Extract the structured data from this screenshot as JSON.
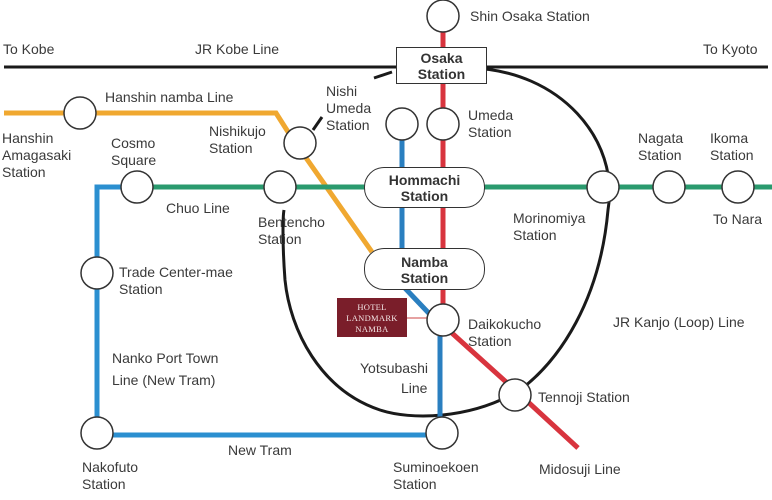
{
  "colors": {
    "jr": "#1a1a1a",
    "hanshin": "#f0a830",
    "chuo": "#2a9a6e",
    "newtram": "#2b8fd0",
    "yotsubashi": "#2a7fc0",
    "midosuji": "#d8343e",
    "hotel": "#7a1e2a"
  },
  "lines": {
    "jr_kobe": "JR Kobe Line",
    "to_kobe": "To Kobe",
    "to_kyoto": "To Kyoto",
    "hanshin_namba": "Hanshin namba Line",
    "chuo": "Chuo Line",
    "to_nara": "To Nara",
    "nanko_1": "Nanko Port Town",
    "nanko_2": "Line (New Tram)",
    "new_tram": "New Tram",
    "yotsubashi_1": "Yotsubashi",
    "yotsubashi_2": "Line",
    "midosuji": "Midosuji Line",
    "jr_kanjo": "JR Kanjo (Loop) Line"
  },
  "stations": {
    "shin_osaka": "Shin Osaka Station",
    "osaka_1": "Osaka",
    "osaka_2": "Station",
    "hanshin_amagasaki": [
      "Hanshin",
      "Amagasaki",
      "Station"
    ],
    "nishi_umeda": [
      "Nishi",
      "Umeda",
      "Station"
    ],
    "nishikujo": [
      "Nishikujo",
      "Station"
    ],
    "cosmo_square": [
      "Cosmo",
      "Square"
    ],
    "umeda": [
      "Umeda",
      "Station"
    ],
    "hommachi": [
      "Hommachi",
      "Station"
    ],
    "bentencho": [
      "Bentencho",
      "Station"
    ],
    "morinomiya": [
      "Morinomiya",
      "Station"
    ],
    "nagata": [
      "Nagata",
      "Station"
    ],
    "ikoma": [
      "Ikoma",
      "Station"
    ],
    "trade_center": [
      "Trade Center-mae",
      "Station"
    ],
    "namba": [
      "Namba",
      "Station"
    ],
    "daikokucho": [
      "Daikokucho",
      "Station"
    ],
    "tennoji": "Tennoji Station",
    "nakofuto": [
      "Nakofuto",
      "Station"
    ],
    "suminoekoen": [
      "Suminoekoen",
      "Station"
    ]
  },
  "hotel": [
    "HOTEL",
    "LANDMARK",
    "NAMBA"
  ]
}
